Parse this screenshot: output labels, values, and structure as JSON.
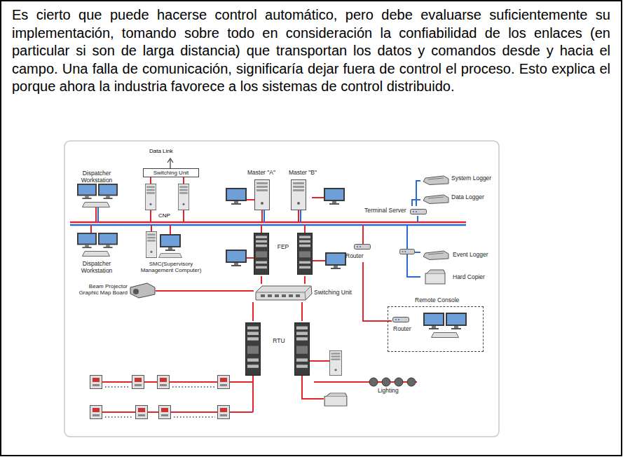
{
  "diagram": {
    "nodes": [
      {
        "text": [
          "Dispatcher Workstation"
        ]
      },
      {
        "text": [
          "Switching Unit"
        ]
      },
      {
        "text": [
          "Master \"A\""
        ]
      },
      {
        "text": [
          "Master \"B\""
        ]
      },
      {
        "text": [
          "System Logger"
        ]
      },
      {
        "text": [
          "Data Logger"
        ]
      },
      {
        "text": [
          "Terminal Server"
        ]
      },
      {
        "text": [
          "Dispatcher Workstation"
        ]
      },
      {
        "text": [
          "SMC(Supervisory Management Computer)"
        ]
      },
      {
        "text": [
          "FEP"
        ]
      },
      {
        "text": [
          "Router"
        ]
      },
      {
        "text": [
          "Event Logger"
        ]
      },
      {
        "text": [
          "Hard Copier"
        ]
      },
      {
        "text": [
          "Beam Projector Graphic Map Board"
        ]
      },
      {
        "text": [
          "Switching Unit"
        ]
      },
      {
        "text": [
          "Remote Console"
        ]
      },
      {
        "text": [
          "Router"
        ],
        "in": 15
      },
      {
        "text": [
          "RTU"
        ]
      },
      {
        "text": [
          "Lighting"
        ]
      }
    ],
    "edges": [
      {
        "from": 6,
        "to": 4,
        "arrow": "none"
      },
      {
        "from": 6,
        "to": 5,
        "arrow": "none"
      },
      {
        "from": 9,
        "to": 14,
        "arrow": "none"
      },
      {
        "from": 9,
        "to": 14,
        "arrow": "none"
      },
      {
        "from": 13,
        "to": 14,
        "arrow": "none"
      },
      {
        "from": 14,
        "to": 17,
        "arrow": "none"
      },
      {
        "from": 14,
        "to": 17,
        "arrow": "none"
      },
      {
        "from": 10,
        "to": 16,
        "arrow": "none"
      },
      {
        "from": 17,
        "to": 18,
        "arrow": "none"
      }
    ],
    "labels": [
      "Es cierto que puede hacerse control automático, pero debe evaluarse suficientemente su implementación, tomando sobre todo en consideración la confiabilidad de los enlaces (en particular si son de larga distancia) que transportan los datos y comandos desde y hacia el campo. Una falla de comunicación, significaría dejar fuera de control el proceso. Esto explica el porque ahora la industria favorece a los sistemas de control distribuido.",
      "Data Link",
      "CNP"
    ]
  }
}
